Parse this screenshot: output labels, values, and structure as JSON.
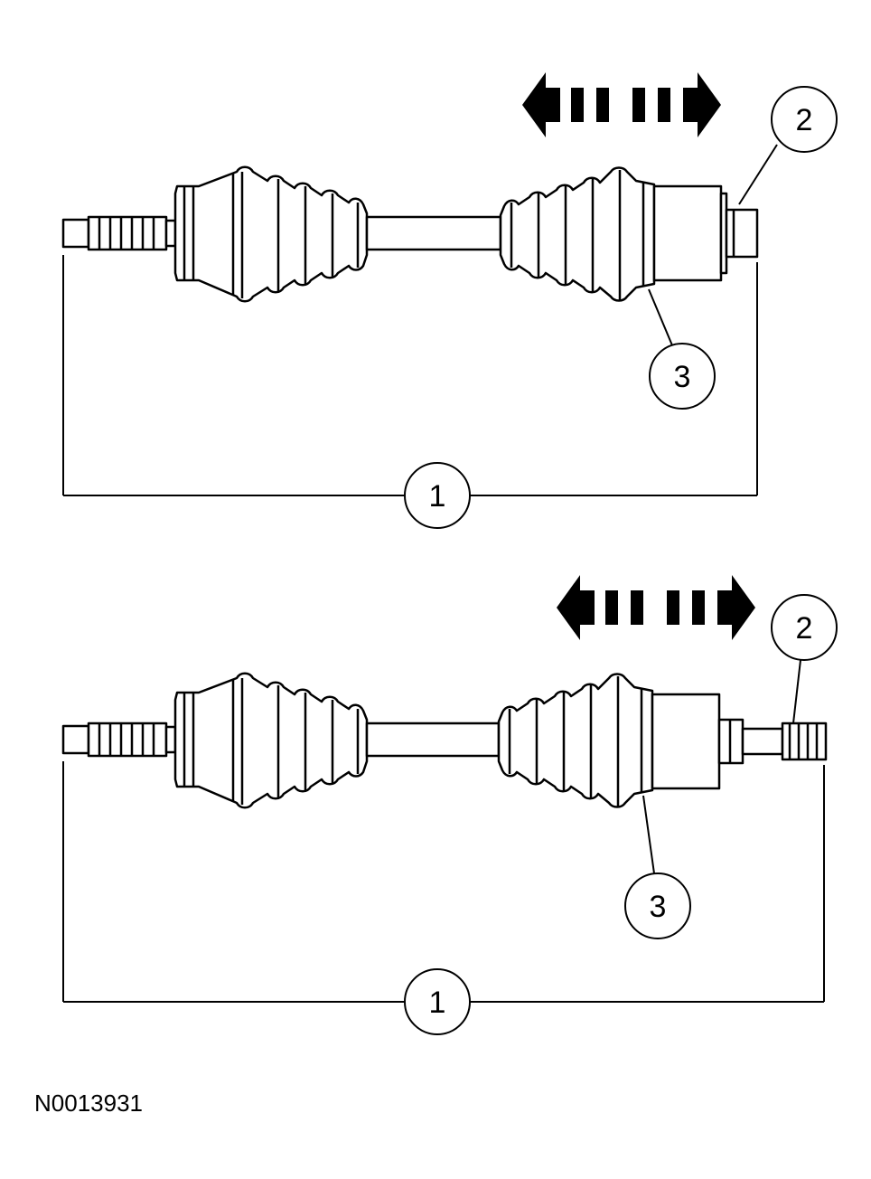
{
  "figure_id": "N0013931",
  "colors": {
    "line": "#000000",
    "fill": "#ffffff"
  },
  "views": [
    {
      "id": "top",
      "callouts": [
        {
          "id": "overall-length",
          "label": "1"
        },
        {
          "id": "stub-shaft",
          "label": "2"
        },
        {
          "id": "inner-joint",
          "label": "3"
        }
      ],
      "arrow": "double-headed-dashed-arrow"
    },
    {
      "id": "bottom",
      "callouts": [
        {
          "id": "overall-length",
          "label": "1"
        },
        {
          "id": "stub-shaft",
          "label": "2"
        },
        {
          "id": "inner-joint",
          "label": "3"
        }
      ],
      "arrow": "double-headed-dashed-arrow"
    }
  ]
}
